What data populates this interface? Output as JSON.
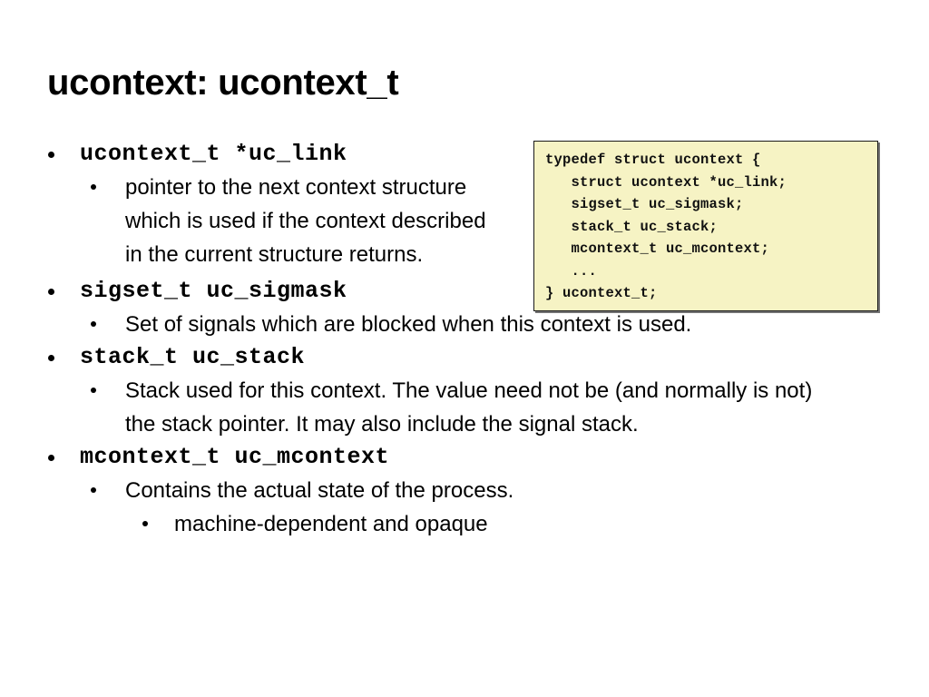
{
  "slide": {
    "title": "ucontext: ucontext_t",
    "background_color": "#ffffff",
    "text_color": "#000000"
  },
  "code_box": {
    "background_color": "#f6f3c4",
    "border_color": "#1a1a1a",
    "lines": [
      "typedef struct ucontext {",
      "   struct ucontext *uc_link;",
      "   sigset_t uc_sigmask;",
      "   stack_t uc_stack;",
      "   mcontext_t uc_mcontext;",
      "   ...",
      "} ucontext_t;"
    ]
  },
  "content": {
    "items": [
      {
        "field": "ucontext_t *uc_link",
        "desc": "pointer to the next context structure which is used if the context described in the current structure returns."
      },
      {
        "field": "sigset_t uc_sigmask",
        "desc": "Set of signals which are blocked when this context is used."
      },
      {
        "field": "stack_t uc_stack",
        "desc": "Stack used for this context. The value need not be (and normally is not) the stack pointer. It may also include the signal stack."
      },
      {
        "field": "mcontext_t uc_mcontext",
        "desc": "Contains the actual state of the process.",
        "subdesc": "machine-dependent and opaque"
      }
    ]
  }
}
